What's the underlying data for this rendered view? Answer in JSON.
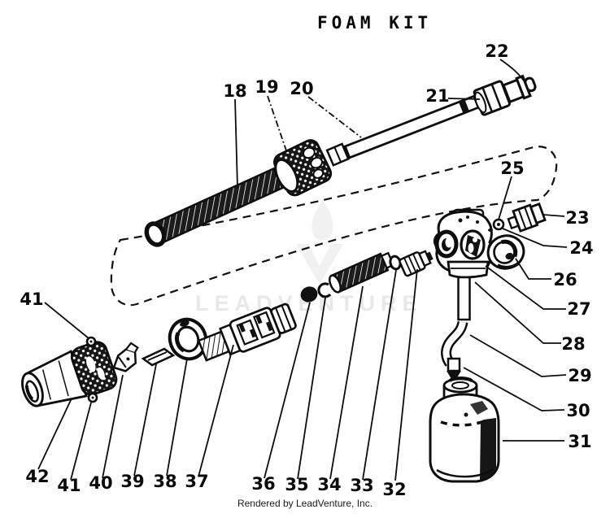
{
  "page": {
    "title": "FOAM KIT",
    "footer": "Rendered by LeadVenture, Inc.",
    "watermark": "LEADVENTURE",
    "ink_color": "#0d0d0d",
    "background_color": "#ffffff"
  },
  "diagram": {
    "description": "Exploded parts diagram of a foam kit",
    "callouts": [
      {
        "label": "18"
      },
      {
        "label": "19"
      },
      {
        "label": "20"
      },
      {
        "label": "21"
      },
      {
        "label": "22"
      },
      {
        "label": "23"
      },
      {
        "label": "24"
      },
      {
        "label": "25"
      },
      {
        "label": "26"
      },
      {
        "label": "27"
      },
      {
        "label": "28"
      },
      {
        "label": "29"
      },
      {
        "label": "30"
      },
      {
        "label": "31"
      },
      {
        "label": "32"
      },
      {
        "label": "33"
      },
      {
        "label": "34"
      },
      {
        "label": "35"
      },
      {
        "label": "36"
      },
      {
        "label": "37"
      },
      {
        "label": "38"
      },
      {
        "label": "39"
      },
      {
        "label": "40"
      },
      {
        "label": "41"
      },
      {
        "label": "42"
      },
      {
        "label": "41"
      }
    ]
  }
}
